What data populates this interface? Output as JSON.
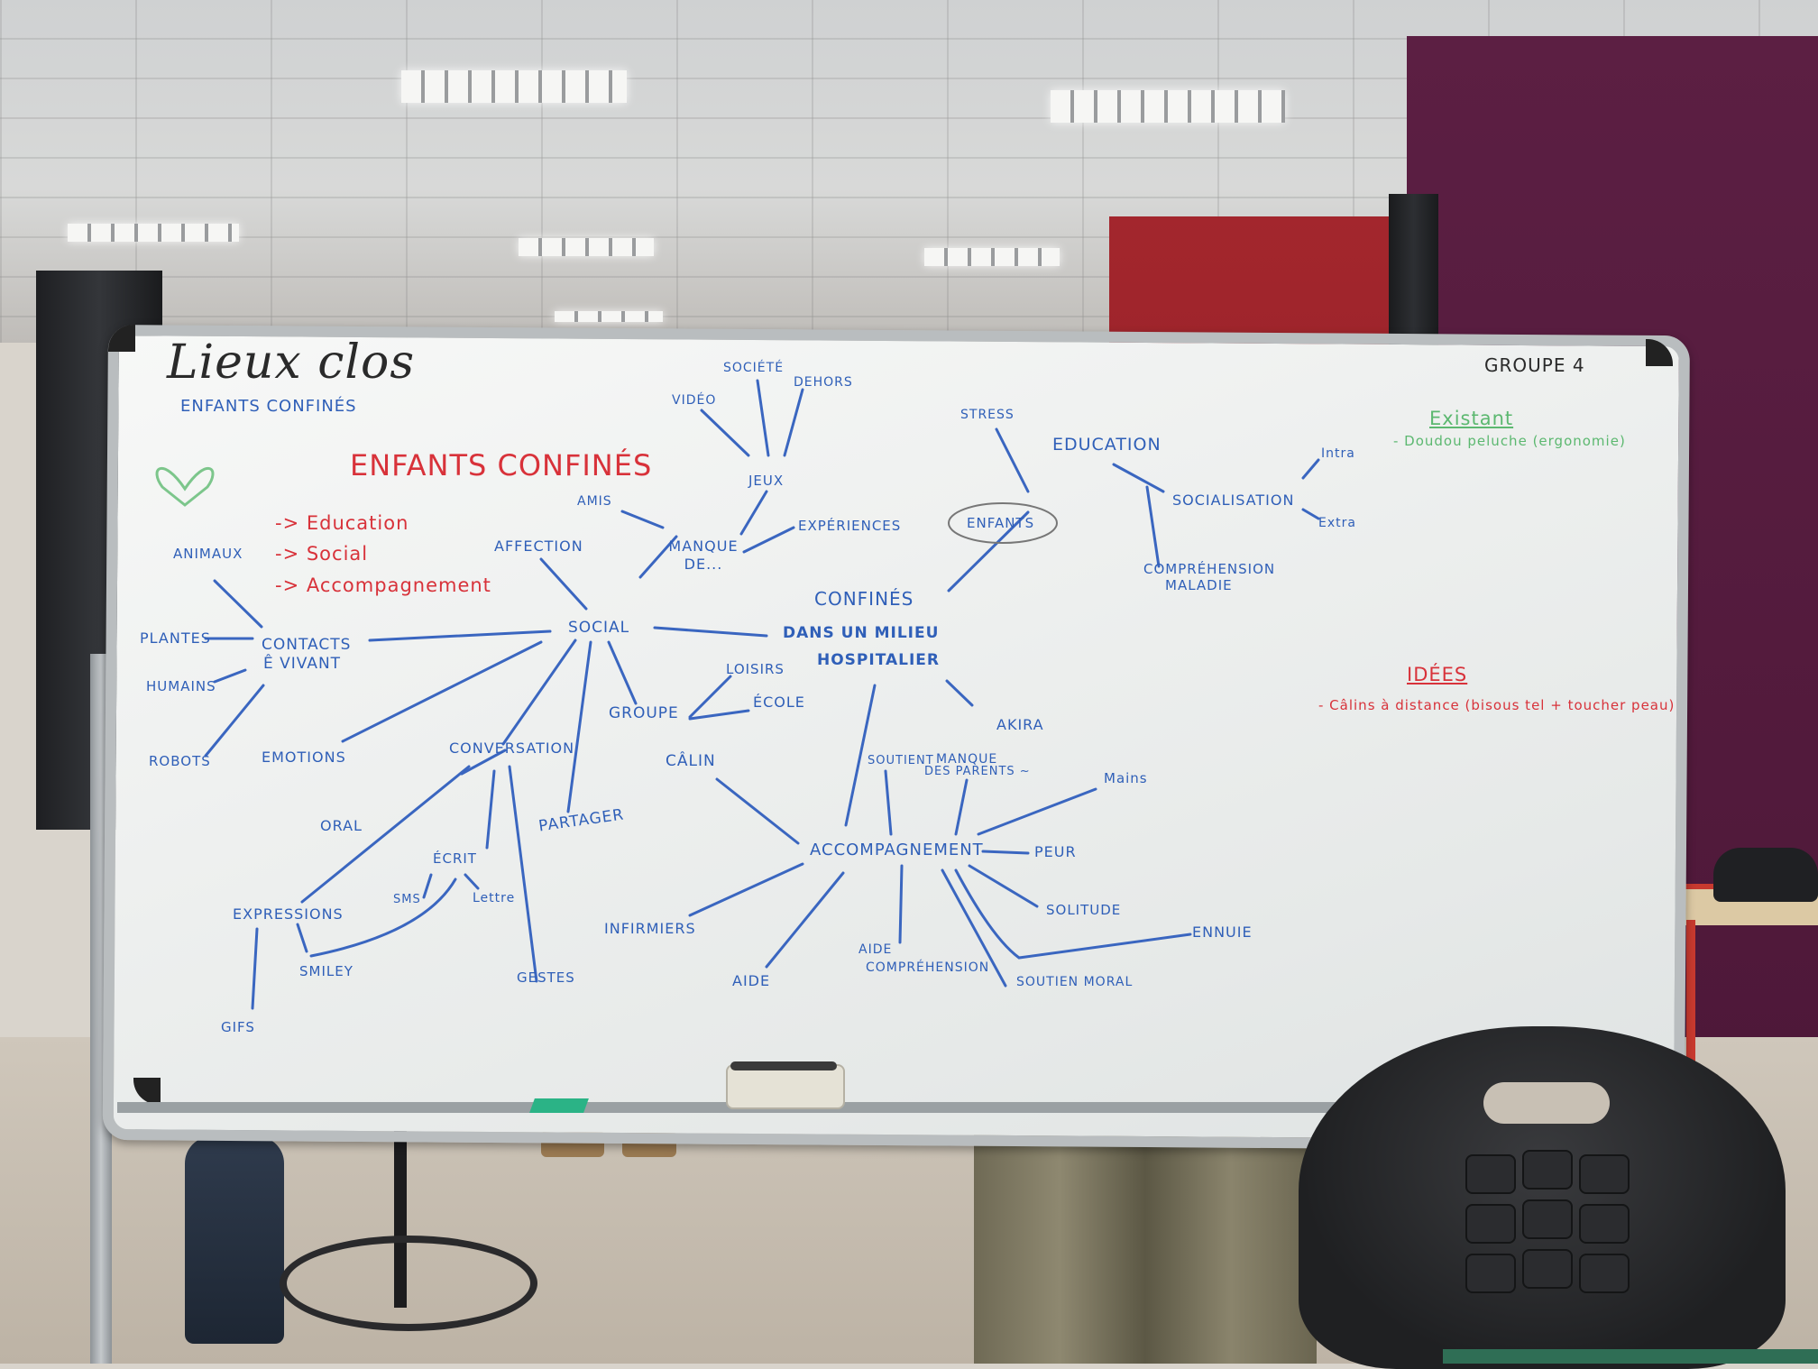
{
  "title": "Lieux clos",
  "subtitle": "ENFANTS CONFINÉS",
  "group": "GROUPE 4",
  "main_heading": "ENFANTS CONFINÉS",
  "agenda": [
    "-> Education",
    "-> Social",
    "-> Accompagnement"
  ],
  "existant": {
    "heading": "Existant",
    "item": "- Doudou peluche (ergonomie)"
  },
  "idees": {
    "heading": "IDÉES",
    "item": "- Câlins à distance (bisous tel + toucher peau)"
  },
  "nodes": {
    "animaux": "ANIMAUX",
    "plantes": "PLANTES",
    "humains": "HUMAINS",
    "robots": "ROBOTS",
    "contacts": "CONTACTS",
    "e_vivant": "Ê VIVANT",
    "emotions": "EMOTIONS",
    "affection": "AFFECTION",
    "social": "SOCIAL",
    "amis": "AMIS",
    "manque_de": "MANQUE DE...",
    "jeux": "JEUX",
    "video": "VIDÉO",
    "societe": "SOCIÉTÉ",
    "dehors": "DEHORS",
    "experiences": "EXPÉRIENCES",
    "confines": "CONFINÉS",
    "milieu": "DANS UN MILIEU",
    "hospitalier": "HOSPITALIER",
    "loisirs": "LOISIRS",
    "groupe": "GROUPE",
    "ecole": "ÉCOLE",
    "akira": "AKIRA",
    "stress": "STRESS",
    "enfants": "ENFANTS",
    "education": "EDUCATION",
    "socialisation": "SOCIALISATION",
    "intra": "Intra",
    "extra": "Extra",
    "comprehension": "COMPRÉHENSION",
    "maladie": "MALADIE",
    "conversation": "CONVERSATION",
    "oral": "ORAL",
    "ecrit": "ÉCRIT",
    "sms": "SMS",
    "lettre": "Lettre",
    "expressions": "EXPRESSIONS",
    "smiley": "SMILEY",
    "gifs": "GIFS",
    "gestes": "GESTES",
    "partager": "PARTAGER",
    "calin": "CÂLIN",
    "soutient": "SOUTIENT",
    "manque_parents": "MANQUE",
    "des_parents": "DES PARENTS ~",
    "mains": "Mains",
    "accompagnement": "ACCOMPAGNEMENT",
    "peur": "PEUR",
    "solitude": "SOLITUDE",
    "ennui": "ENNUIE",
    "soutien_moral": "SOUTIEN MORAL",
    "aide_comprehension_1": "AIDE",
    "aide_comprehension_2": "COMPRÉHENSION",
    "aide": "AIDE",
    "infirmiers": "INFIRMIERS"
  }
}
